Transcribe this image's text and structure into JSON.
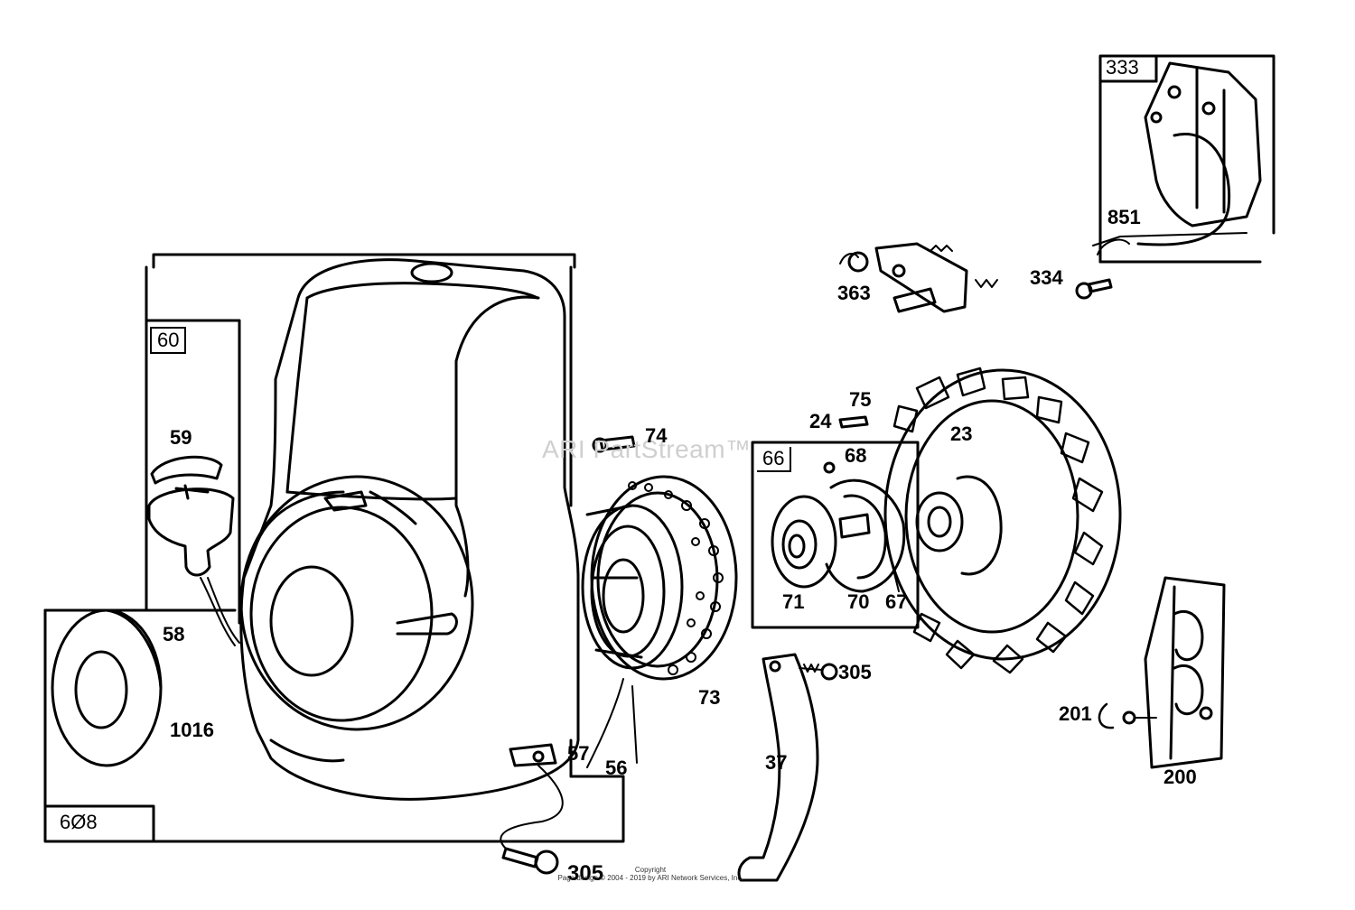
{
  "watermark": "ARI PartStream™",
  "copyright": {
    "line1": "Copyright",
    "line2": "Page design © 2004 - 2019 by ARI Network Services, Inc."
  },
  "boxes": {
    "b60": "60",
    "b66": "66",
    "b333": "333",
    "b608": "6Ø8"
  },
  "labels": {
    "p59": "59",
    "p58": "58",
    "p1016": "1016",
    "p74": "74",
    "p73": "73",
    "p57": "57",
    "p56": "56",
    "p305a": "305",
    "p305b": "305",
    "p37": "37",
    "p68": "68",
    "p71": "71",
    "p70": "70",
    "p67": "67",
    "p24": "24",
    "p75": "75",
    "p23": "23",
    "p363": "363",
    "p334": "334",
    "p851": "851",
    "p201": "201",
    "p200": "200"
  }
}
